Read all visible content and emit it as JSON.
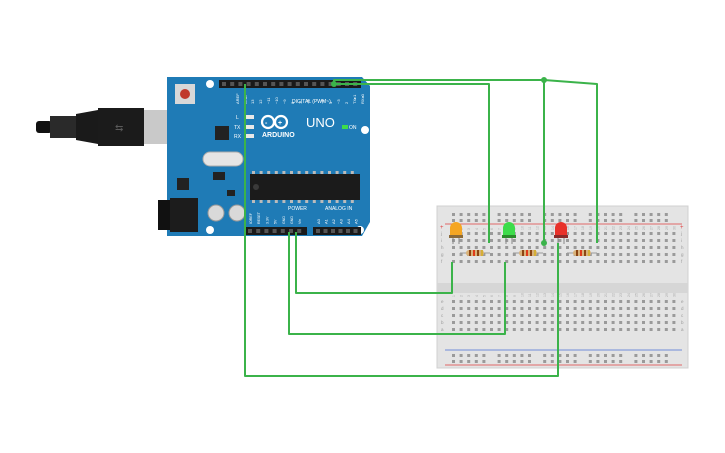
{
  "arduino": {
    "brand": "ARDUINO",
    "model": "UNO",
    "on_label": "ON",
    "digital_label": "DIGITAL (PWM~)",
    "power_label": "POWER",
    "analog_label": "ANALOG IN",
    "aref_label": "AREF",
    "gnd_label": "GND",
    "tx_label": "TX",
    "rx_label": "RX",
    "l_label": "L",
    "digital_pins": [
      "13",
      "12",
      "~11",
      "~10",
      "~9",
      "8",
      "7",
      "~6",
      "~5",
      "4",
      "~3",
      "2",
      "TX▸1",
      "RX◂0"
    ],
    "power_pins": [
      "IOREF",
      "RESET",
      "3.3V",
      "5V",
      "GND",
      "GND",
      "Vin"
    ],
    "analog_pins": [
      "A0",
      "A1",
      "A2",
      "A3",
      "A4",
      "A5"
    ],
    "board_color": "#1f7bb6",
    "usb_color": "#c9c9c9"
  },
  "breadboard": {
    "row_letters_top": [
      "j",
      "i",
      "h",
      "g",
      "f"
    ],
    "row_letters_bottom": [
      "e",
      "d",
      "c",
      "b",
      "a"
    ],
    "column_count": 30,
    "plus_label": "+",
    "minus_label": "-"
  },
  "components": {
    "leds": [
      {
        "name": "yellow-led",
        "color": "#f5a623"
      },
      {
        "name": "green-led",
        "color": "#3ddc4a"
      },
      {
        "name": "red-led",
        "color": "#e8312a"
      }
    ],
    "resistor_count": 3,
    "wire_color": "#3bb34a"
  }
}
